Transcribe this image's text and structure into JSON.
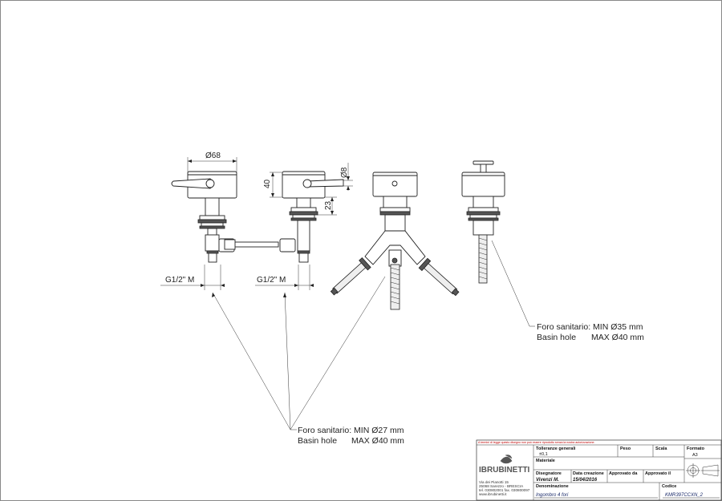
{
  "dimensions": {
    "diameter_body": "Ø68",
    "height_body": "40",
    "diameter_lever": "Ø8",
    "height_lever": "23",
    "thread_left": "G1/2\" M",
    "thread_right": "G1/2\" M"
  },
  "notes": {
    "hole_left": {
      "line1": "Foro sanitario: MIN Ø27 mm",
      "line2_label": "Basin hole",
      "line2_value": "MAX Ø40 mm"
    },
    "hole_right": {
      "line1": "Foro sanitario: MIN Ø35 mm",
      "line2_label": "Basin hole",
      "line2_value": "MAX Ø40 mm"
    }
  },
  "title_block": {
    "warning": "A termini di legge questo disegno non può essere riprodotto senza la nostra autorizzazione.",
    "tolerance_label": "Tolleranze generali",
    "tolerance_value": "±0,1",
    "weight_label": "Peso",
    "scale_label": "Scala",
    "format_label": "Formato",
    "format_value": "A3",
    "material_label": "Materiale",
    "designer_label": "Disegnatore",
    "designer_value": "Vivenzi M.",
    "created_label": "Data creazione",
    "created_value": "15/04/2016",
    "approved_by_label": "Approvato da",
    "approved_on_label": "Approvato il",
    "name_label": "Denominazione",
    "name_value": "Ingombro 4 fori",
    "code_label": "Codice",
    "code_value": "KMR397CCXN_2",
    "company_logo": "IBRUBINETTI",
    "company_address": [
      "Via dei Pianotti 15",
      "25068 Sarezzo - BRESCIA",
      "tel. 030802001 fax. 030800097",
      "www.ibrubinetti.it"
    ]
  }
}
